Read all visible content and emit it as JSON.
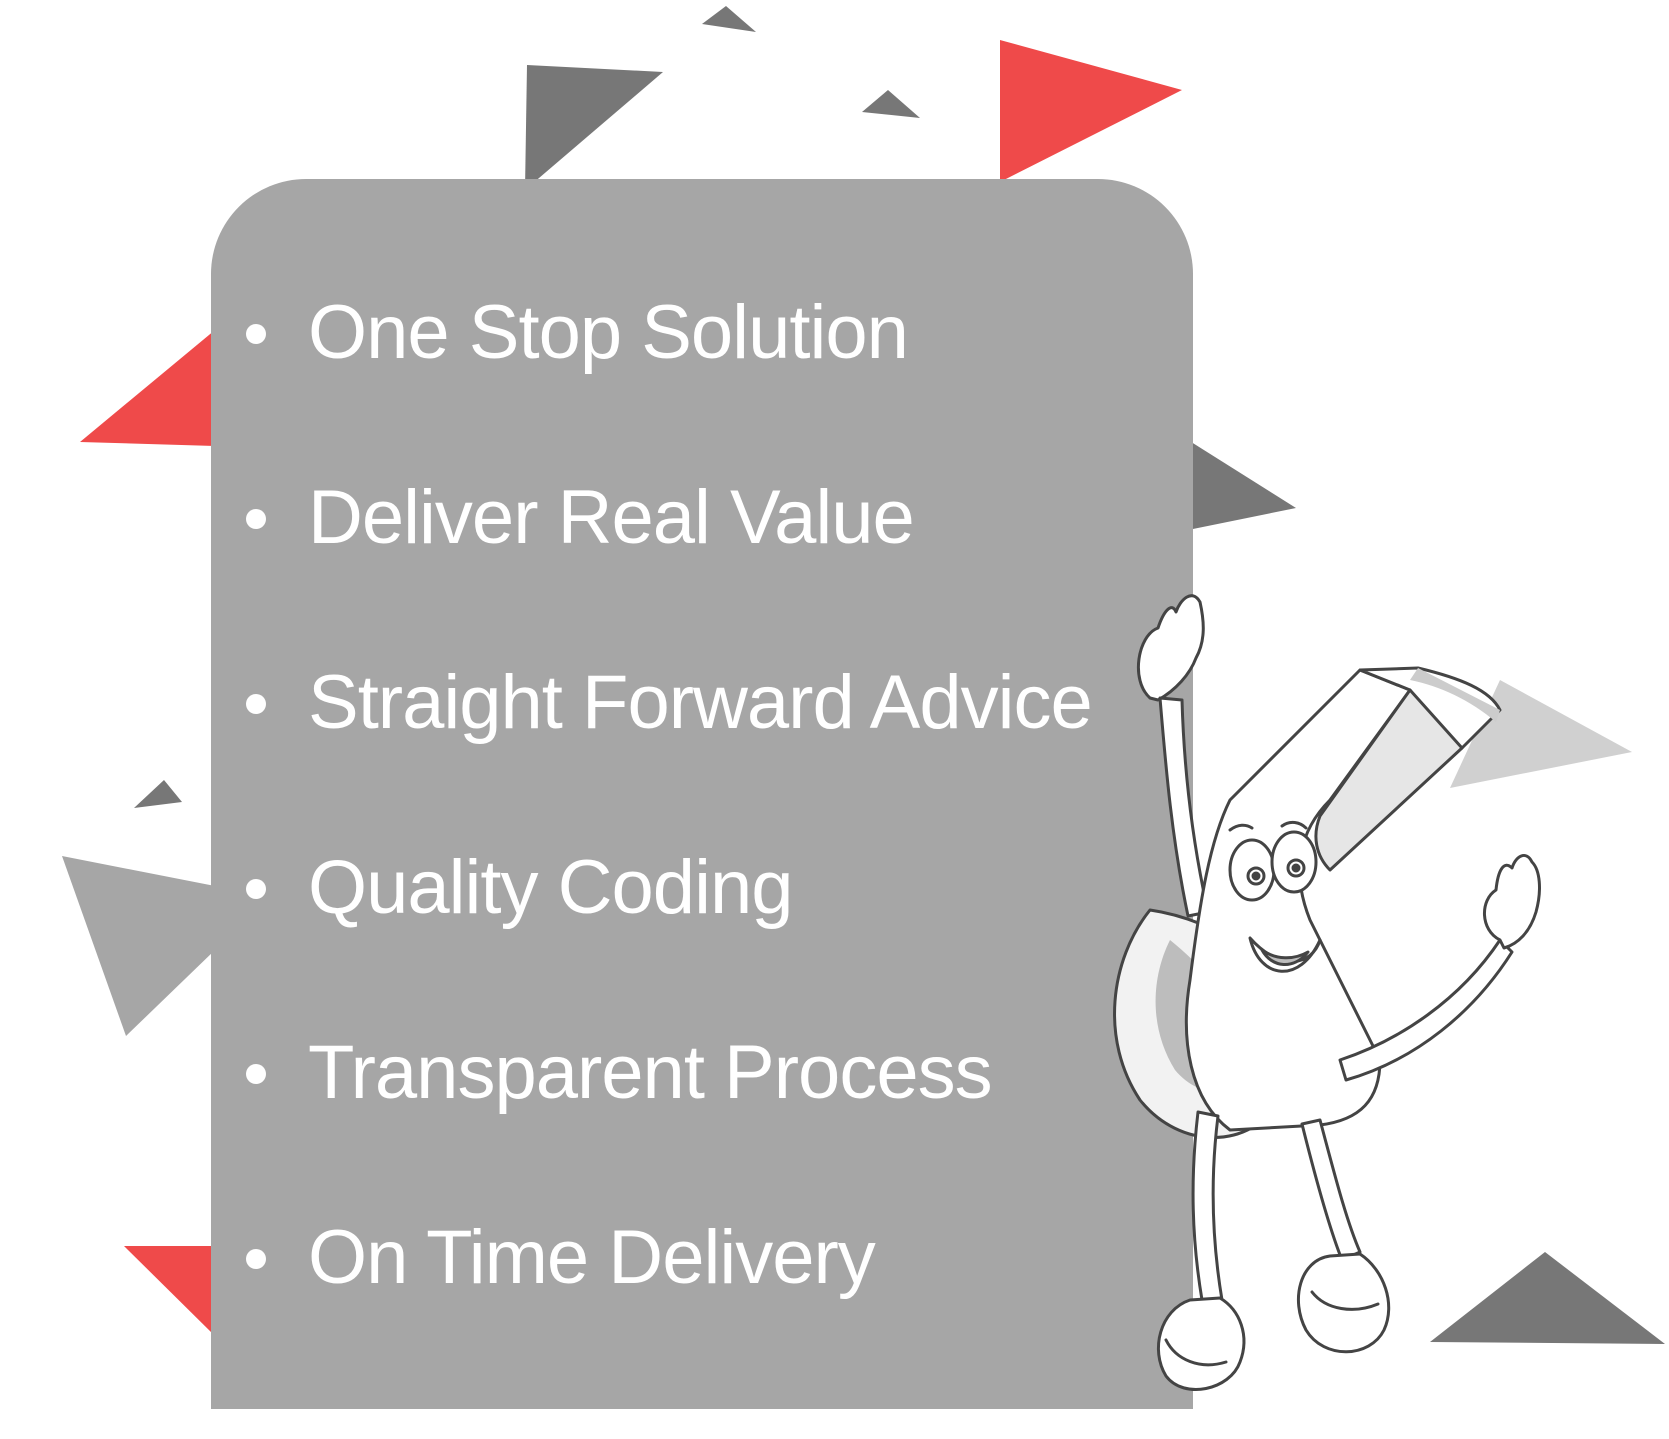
{
  "features": {
    "items": [
      {
        "label": "One Stop Solution"
      },
      {
        "label": "Deliver Real Value"
      },
      {
        "label": "Straight Forward Advice"
      },
      {
        "label": "Quality Coding"
      },
      {
        "label": "Transparent Process"
      },
      {
        "label": "On Time Delivery"
      }
    ]
  },
  "colors": {
    "card": "#a6a6a6",
    "accent_red": "#ef4a4a",
    "dark_gray": "#777777",
    "mid_gray": "#a6a6a6",
    "light_gray": "#d0d0d0",
    "text": "#ffffff"
  },
  "mascot": {
    "icon": "whistle-mascot-icon"
  }
}
